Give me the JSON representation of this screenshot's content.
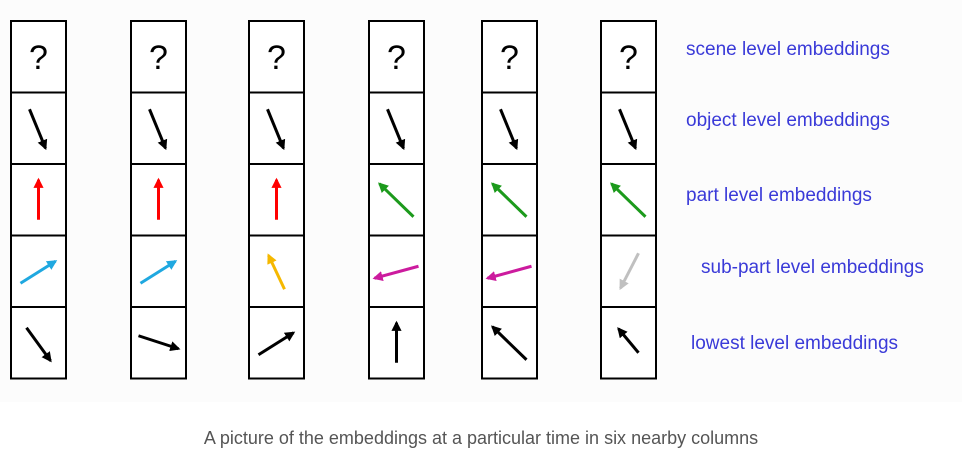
{
  "question_mark": "?",
  "level_labels": [
    "scene level embeddings",
    "object level embeddings",
    "part level embeddings",
    "sub-part level embeddings",
    "lowest level embeddings"
  ],
  "colors": {
    "black": "#000000",
    "red": "#ff0000",
    "cyan": "#1fa8e0",
    "orange": "#f5b800",
    "green": "#1c9a1c",
    "magenta": "#cc1b9e",
    "gray": "#c0c0c0",
    "label_blue": "#3a3ad8",
    "caption_gray": "#555555"
  },
  "columns": [
    {
      "arrows": [
        {
          "level": "object",
          "color": "black",
          "direction": "down-right-steep"
        },
        {
          "level": "part",
          "color": "red",
          "direction": "up"
        },
        {
          "level": "sub-part",
          "color": "cyan",
          "direction": "up-right"
        },
        {
          "level": "lowest",
          "color": "black",
          "direction": "down-right"
        }
      ]
    },
    {
      "arrows": [
        {
          "level": "object",
          "color": "black",
          "direction": "down-right-steep"
        },
        {
          "level": "part",
          "color": "red",
          "direction": "up"
        },
        {
          "level": "sub-part",
          "color": "cyan",
          "direction": "up-right"
        },
        {
          "level": "lowest",
          "color": "black",
          "direction": "right-slightly-down"
        }
      ]
    },
    {
      "arrows": [
        {
          "level": "object",
          "color": "black",
          "direction": "down-right-steep"
        },
        {
          "level": "part",
          "color": "red",
          "direction": "up"
        },
        {
          "level": "sub-part",
          "color": "orange",
          "direction": "up-left-steep"
        },
        {
          "level": "lowest",
          "color": "black",
          "direction": "up-right"
        }
      ]
    },
    {
      "arrows": [
        {
          "level": "object",
          "color": "black",
          "direction": "down-right-steep"
        },
        {
          "level": "part",
          "color": "green",
          "direction": "up-left"
        },
        {
          "level": "sub-part",
          "color": "magenta",
          "direction": "left-slightly-down"
        },
        {
          "level": "lowest",
          "color": "black",
          "direction": "up"
        }
      ]
    },
    {
      "arrows": [
        {
          "level": "object",
          "color": "black",
          "direction": "down-right-steep"
        },
        {
          "level": "part",
          "color": "green",
          "direction": "up-left"
        },
        {
          "level": "sub-part",
          "color": "magenta",
          "direction": "left-slightly-down"
        },
        {
          "level": "lowest",
          "color": "black",
          "direction": "up-left"
        }
      ]
    },
    {
      "arrows": [
        {
          "level": "object",
          "color": "black",
          "direction": "down-right-steep"
        },
        {
          "level": "part",
          "color": "green",
          "direction": "up-left"
        },
        {
          "level": "sub-part",
          "color": "gray",
          "direction": "down-left"
        },
        {
          "level": "lowest",
          "color": "black",
          "direction": "up-left-steep"
        }
      ]
    }
  ],
  "caption": "A picture of the embeddings at a particular time in six nearby columns"
}
